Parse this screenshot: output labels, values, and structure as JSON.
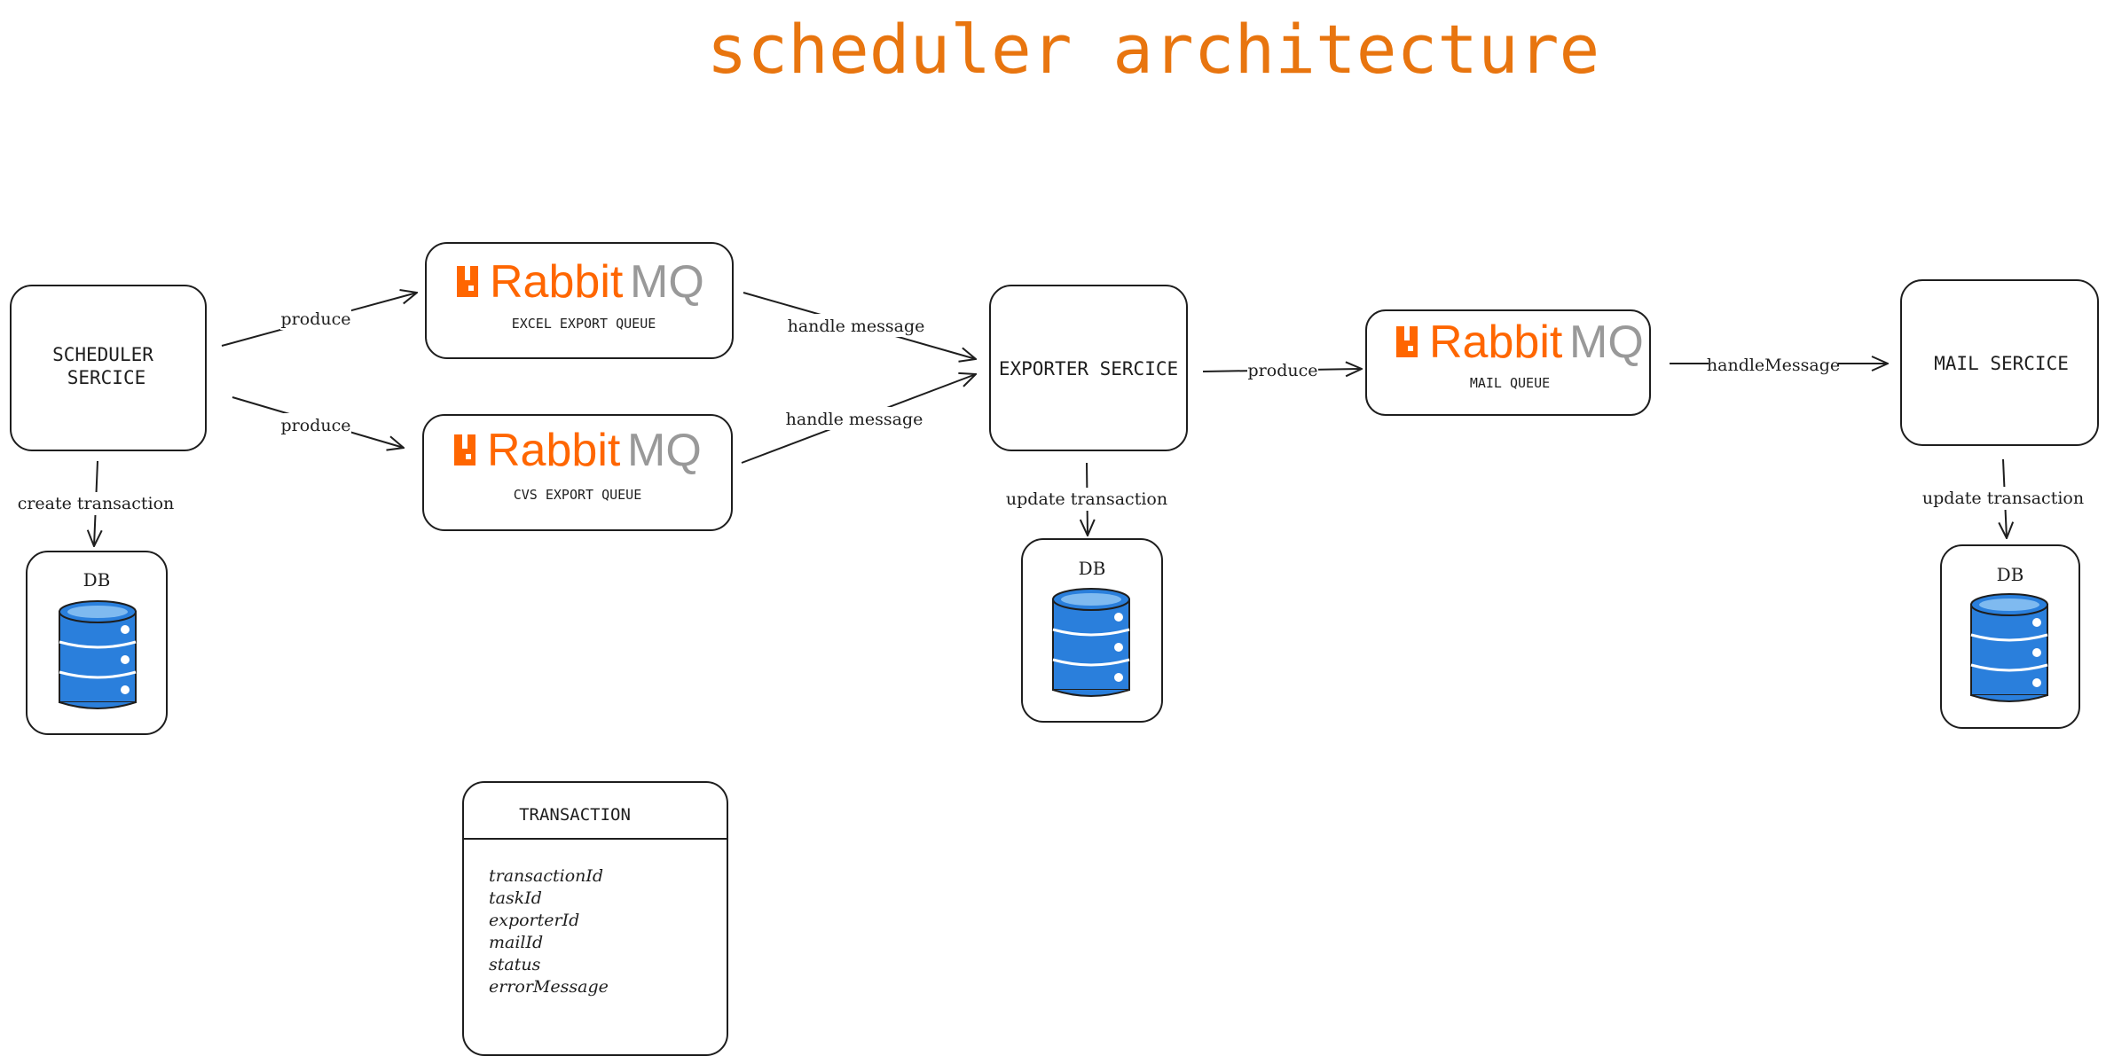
{
  "title": "scheduler architecture",
  "colors": {
    "title": "#e8750f",
    "service_fill": "#b2f2bb",
    "queue_fill": "#a5d8ff",
    "db_fill": "#eebefa",
    "transaction_fill": "#bac8ff",
    "rabbit_orange": "#ff6600",
    "rabbit_gray": "#999999",
    "db_icon": "#2a7fdc"
  },
  "services": {
    "scheduler": {
      "line1": "SCHEDULER",
      "line2": "SERCICE"
    },
    "exporter": {
      "label": "EXPORTER SERCICE"
    },
    "mail": {
      "label": "MAIL SERCICE"
    }
  },
  "queues": {
    "brand_rabbit": "Rabbit",
    "brand_mq": "MQ",
    "excel": "EXCEL EXPORT QUEUE",
    "cvs": "CVS EXPORT QUEUE",
    "mail": "MAIL QUEUE"
  },
  "databases": {
    "label": "DB",
    "icon": "database-icon"
  },
  "edges": {
    "produce_excel": "produce",
    "produce_cvs": "produce",
    "handle_excel": "handle message",
    "handle_cvs": "handle message",
    "produce_mail": "produce",
    "handle_mail": "handleMessage",
    "create_tx": "create transaction",
    "update_tx_exporter": "update transaction",
    "update_tx_mail": "update transaction"
  },
  "transaction": {
    "title": "TRANSACTION",
    "fields": [
      "transactionId",
      "taskId",
      "exporterId",
      "mailId",
      "status",
      "errorMessage"
    ]
  }
}
